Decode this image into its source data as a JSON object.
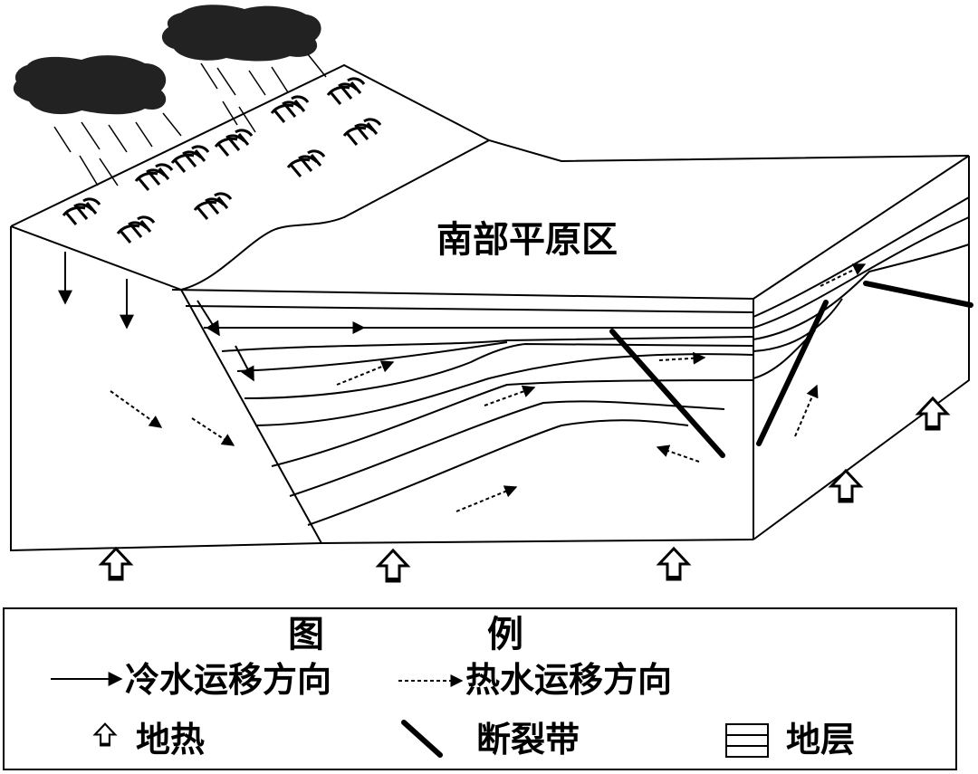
{
  "diagram": {
    "region_label": "南部平原区"
  },
  "legend": {
    "title_left": "图",
    "title_right": "例",
    "cold_water": "冷水运移方向",
    "hot_water": "热水运移方向",
    "geothermal": "地热",
    "fault_zone": "断裂带",
    "strata": "地层"
  }
}
